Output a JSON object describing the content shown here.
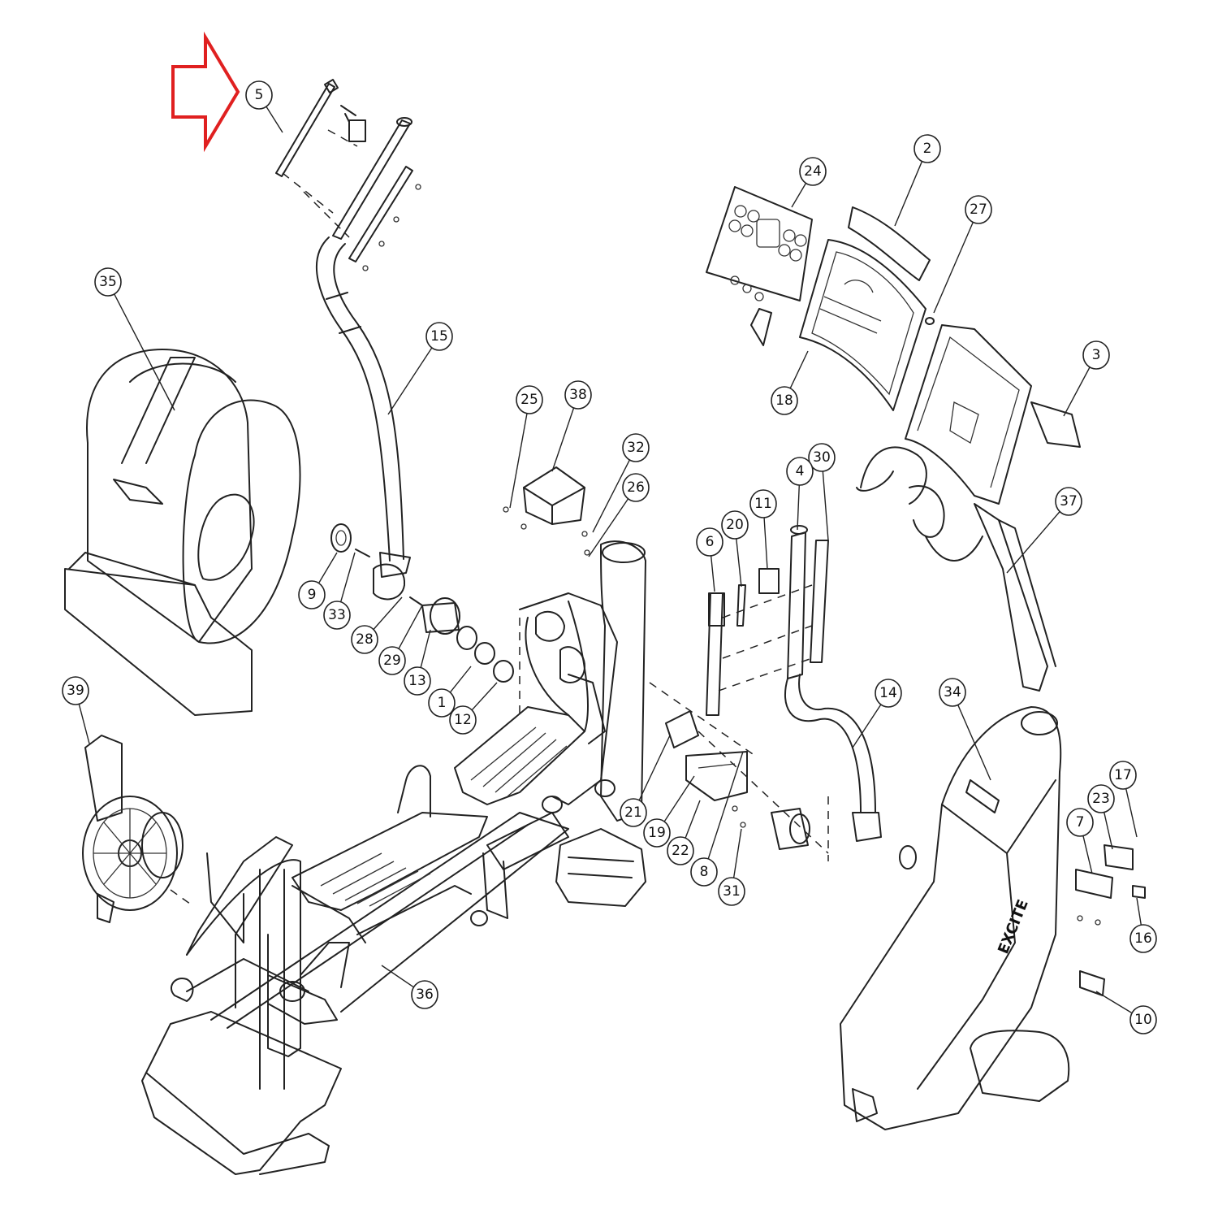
{
  "brand_label": "EXCITE",
  "arrow_color": "#e02020",
  "line_color": "#222222",
  "callouts": [
    {
      "id": "5",
      "label": "5"
    },
    {
      "id": "2",
      "label": "2"
    },
    {
      "id": "24",
      "label": "24"
    },
    {
      "id": "27",
      "label": "27"
    },
    {
      "id": "35",
      "label": "35"
    },
    {
      "id": "15",
      "label": "15"
    },
    {
      "id": "18",
      "label": "18"
    },
    {
      "id": "3",
      "label": "3"
    },
    {
      "id": "25",
      "label": "25"
    },
    {
      "id": "38",
      "label": "38"
    },
    {
      "id": "32",
      "label": "32"
    },
    {
      "id": "26",
      "label": "26"
    },
    {
      "id": "30",
      "label": "30"
    },
    {
      "id": "4",
      "label": "4"
    },
    {
      "id": "20",
      "label": "20"
    },
    {
      "id": "11",
      "label": "11"
    },
    {
      "id": "6",
      "label": "6"
    },
    {
      "id": "37",
      "label": "37"
    },
    {
      "id": "9",
      "label": "9"
    },
    {
      "id": "33",
      "label": "33"
    },
    {
      "id": "28",
      "label": "28"
    },
    {
      "id": "29",
      "label": "29"
    },
    {
      "id": "13",
      "label": "13"
    },
    {
      "id": "1",
      "label": "1"
    },
    {
      "id": "12",
      "label": "12"
    },
    {
      "id": "39",
      "label": "39"
    },
    {
      "id": "14",
      "label": "14"
    },
    {
      "id": "34",
      "label": "34"
    },
    {
      "id": "17",
      "label": "17"
    },
    {
      "id": "23",
      "label": "23"
    },
    {
      "id": "7",
      "label": "7"
    },
    {
      "id": "21",
      "label": "21"
    },
    {
      "id": "19",
      "label": "19"
    },
    {
      "id": "22",
      "label": "22"
    },
    {
      "id": "8",
      "label": "8"
    },
    {
      "id": "31",
      "label": "31"
    },
    {
      "id": "16",
      "label": "16"
    },
    {
      "id": "36",
      "label": "36"
    },
    {
      "id": "10",
      "label": "10"
    }
  ]
}
